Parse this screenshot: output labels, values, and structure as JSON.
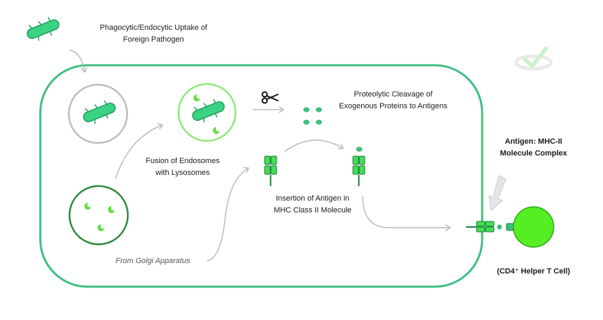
{
  "labels": {
    "uptake_line1": "Phagocytic/Endocytic Uptake of",
    "uptake_line2": "Foreign Pathogen",
    "cleavage_line1": "Proteolytic Cleavage of",
    "cleavage_line2": "Exogenous Proteins to Antigens",
    "fusion_line1": "Fusion of Endosomes",
    "fusion_line2": "with Lysosomes",
    "insertion_line1": "Insertion of Antigen in",
    "insertion_line2": "MHC Class II Molecule",
    "golgi": "From Golgi Apparatus",
    "complex_line1": "Antigen: MHC-II",
    "complex_line2": "Molecule Complex",
    "tcell": "(CD4⁺ Helper T Cell)"
  },
  "colors": {
    "cell_outline": "#3dbf7f",
    "pathogen_fill": "#3ad283",
    "pathogen_stroke": "#1f9e5a",
    "endosome_outline": "#bdbdbd",
    "phagolysosome_outline": "#8de77a",
    "lysosome_outline": "#2e8a3c",
    "enzyme_fill": "#66dd44",
    "antigen_fill": "#3dbf7f",
    "mhc_fill": "#44dd55",
    "mhc_stroke": "#1a7a3a",
    "tcell_fill": "#55ee22",
    "tcell_stroke": "#2da51a",
    "arrow_gray": "#bbbbbb"
  },
  "icons": [
    "scissors-icon",
    "watermark-logo-icon"
  ]
}
